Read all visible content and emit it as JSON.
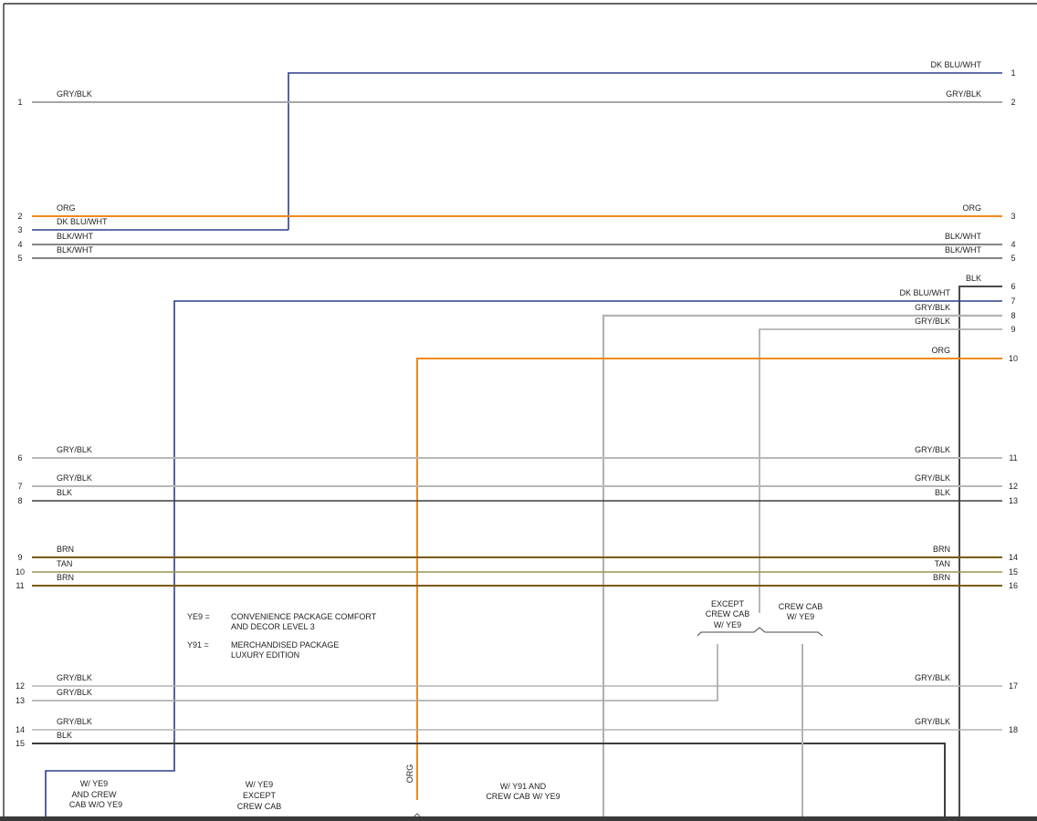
{
  "colors": {
    "dk_blu_wht": "#2b3f8c",
    "gry_blk": "#a6a6a6",
    "org": "#f08a1c",
    "blk_wht": "#5b5b5b",
    "blk": "#3d3d3d",
    "brn": "#7a5a12",
    "tan": "#9a9350",
    "frame": "#333333"
  },
  "wires": [
    {
      "left_pin": "",
      "left_label": "",
      "right_pin": "1",
      "right_label": "DK BLU/WHT"
    },
    {
      "left_pin": "1",
      "left_label": "GRY/BLK",
      "right_pin": "2",
      "right_label": "GRY/BLK"
    },
    {
      "left_pin": "2",
      "left_label": "ORG",
      "right_pin": "3",
      "right_label": "ORG"
    },
    {
      "left_pin": "3",
      "left_label": "DK BLU/WHT",
      "right_pin": "",
      "right_label": ""
    },
    {
      "left_pin": "4",
      "left_label": "BLK/WHT",
      "right_pin": "4",
      "right_label": "BLK/WHT"
    },
    {
      "left_pin": "5",
      "left_label": "BLK/WHT",
      "right_pin": "5",
      "right_label": "BLK/WHT"
    },
    {
      "left_pin": "",
      "left_label": "",
      "right_pin": "6",
      "right_label": "BLK"
    },
    {
      "left_pin": "",
      "left_label": "",
      "right_pin": "7",
      "right_label": "DK BLU/WHT"
    },
    {
      "left_pin": "",
      "left_label": "",
      "right_pin": "8",
      "right_label": "GRY/BLK"
    },
    {
      "left_pin": "",
      "left_label": "",
      "right_pin": "9",
      "right_label": "GRY/BLK"
    },
    {
      "left_pin": "",
      "left_label": "",
      "right_pin": "10",
      "right_label": "ORG"
    },
    {
      "left_pin": "6",
      "left_label": "GRY/BLK",
      "right_pin": "11",
      "right_label": "GRY/BLK"
    },
    {
      "left_pin": "7",
      "left_label": "GRY/BLK",
      "right_pin": "12",
      "right_label": "GRY/BLK"
    },
    {
      "left_pin": "8",
      "left_label": "BLK",
      "right_pin": "13",
      "right_label": "BLK"
    },
    {
      "left_pin": "9",
      "left_label": "BRN",
      "right_pin": "14",
      "right_label": "BRN"
    },
    {
      "left_pin": "10",
      "left_label": "TAN",
      "right_pin": "15",
      "right_label": "TAN"
    },
    {
      "left_pin": "11",
      "left_label": "BRN",
      "right_pin": "16",
      "right_label": "BRN"
    },
    {
      "left_pin": "12",
      "left_label": "GRY/BLK",
      "right_pin": "17",
      "right_label": "GRY/BLK"
    },
    {
      "left_pin": "13",
      "left_label": "GRY/BLK",
      "right_pin": "",
      "right_label": ""
    },
    {
      "left_pin": "14",
      "left_label": "GRY/BLK",
      "right_pin": "18",
      "right_label": "GRY/BLK"
    },
    {
      "left_pin": "15",
      "left_label": "BLK",
      "right_pin": "",
      "right_label": ""
    }
  ],
  "legend": {
    "ye9_code": "YE9 =",
    "ye9_line1": "CONVENIENCE PACKAGE COMFORT",
    "ye9_line2": "AND DECOR LEVEL 3",
    "y91_code": "Y91 =",
    "y91_line1": "MERCHANDISED PACKAGE",
    "y91_line2": "LUXURY EDITION"
  },
  "options": {
    "except_crew_line1": "EXCEPT",
    "except_crew_line2": "CREW CAB",
    "except_crew_line3": "W/ YE9",
    "crew_cab_line1": "CREW CAB",
    "crew_cab_line2": "W/ YE9"
  },
  "bottom_notes": {
    "ye9_crew_line1": "W/ YE9",
    "ye9_crew_line2": "AND CREW",
    "ye9_crew_line3": "CAB W/O YE9",
    "ye9_except_line1": "W/ YE9",
    "ye9_except_line2": "EXCEPT",
    "ye9_except_line3": "CREW CAB",
    "org_vertical": "ORG",
    "y91_line1": "W/ Y91 AND",
    "y91_line2": "CREW CAB W/ YE9"
  }
}
